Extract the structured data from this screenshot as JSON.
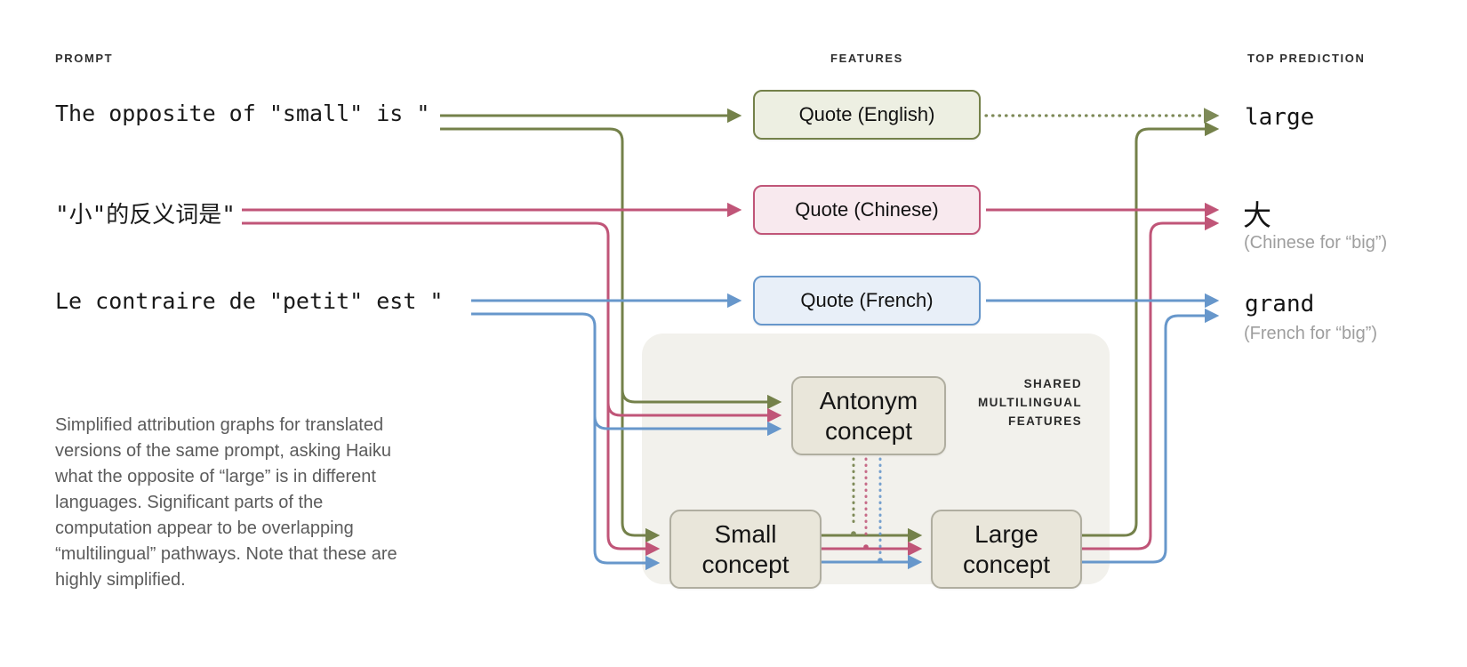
{
  "headers": {
    "prompt": "PROMPT",
    "features": "FEATURES",
    "top_prediction": "TOP PREDICTION"
  },
  "prompts": [
    {
      "language": "English",
      "text": "The opposite of \"small\" is \""
    },
    {
      "language": "Chinese",
      "text": "\"小\"的反义词是\""
    },
    {
      "language": "French",
      "text": "Le contraire de \"petit\" est \""
    }
  ],
  "features": [
    {
      "label": "Quote (English)"
    },
    {
      "label": "Quote (Chinese)"
    },
    {
      "label": "Quote (French)"
    }
  ],
  "shared": {
    "label": "SHARED\nMULTILINGUAL\nFEATURES",
    "concepts": [
      {
        "label": "Antonym\nconcept"
      },
      {
        "label": "Small\nconcept"
      },
      {
        "label": "Large\nconcept"
      }
    ]
  },
  "predictions": [
    {
      "token": "large",
      "note": ""
    },
    {
      "token": "大",
      "note": "(Chinese for “big”)"
    },
    {
      "token": "grand",
      "note": "(French for “big”)"
    }
  ],
  "caption": "Simplified attribution graphs for translated\nversions of the same prompt, asking Haiku\nwhat the opposite of “large” is in different\nlanguages. Significant parts of the\ncomputation appear to be overlapping\n“multilingual” pathways. Note that these are\nhighly simplified.",
  "colors": {
    "olive": "#74814a",
    "olive_dotted": "#7e8a58",
    "crimson": "#c05578",
    "blue": "#6797cb",
    "quote_en_fill": "#edefe2",
    "quote_zh_fill": "#f8e9ee",
    "quote_fr_fill": "#e8eff8",
    "concept_fill": "#e9e6da",
    "concept_border": "#b0aea0",
    "panel": "#f2f1ec"
  }
}
